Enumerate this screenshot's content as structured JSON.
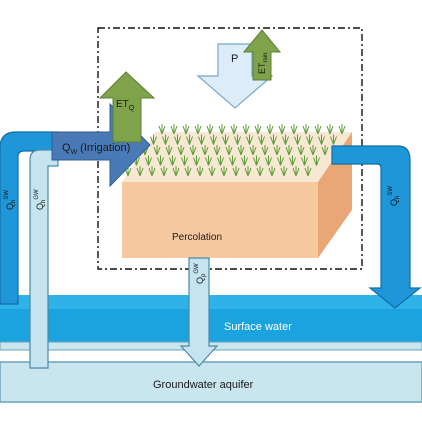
{
  "labels": {
    "precipitation": "P",
    "et_rain_main": "ET",
    "et_rain_sub": "rain",
    "et_irr_main": "ET",
    "et_irr_sub": "Q",
    "irrigation_main": "Q",
    "irrigation_sub": "W",
    "irrigation_suffix": "(Irrigation)",
    "left_outer_main": "Q",
    "left_outer_sub": "h",
    "left_outer_sup": "SW",
    "left_inner_main": "Q",
    "left_inner_sub": "h",
    "left_inner_sup": "GW",
    "right_main": "Q",
    "right_sub": "h",
    "right_sup": "SW",
    "percolation_flow_main": "Q",
    "percolation_flow_sub": "p",
    "percolation_flow_sup": "GW",
    "percolation": "Percolation",
    "surface_water": "Surface water",
    "groundwater": "Groundwater aquifer"
  },
  "colors": {
    "surface_water": "#1aa3df",
    "groundwater": "#c9e6ee",
    "pipe_blue": "#1f96d8",
    "pipe_light": "#c5e4ef",
    "irrigation_arrow": "#4a7ab5",
    "et_green": "#7fa34b",
    "precip_fill": "#dcecf8",
    "soil_front": "#f7c9a0",
    "soil_top": "#f6e8d2",
    "soil_side": "#e9a777",
    "crops": "#5f9b3a"
  },
  "icons": {
    "et_rain": "up-arrow-icon",
    "et_irrigation": "up-arrow-icon",
    "precipitation": "down-arrow-icon"
  }
}
